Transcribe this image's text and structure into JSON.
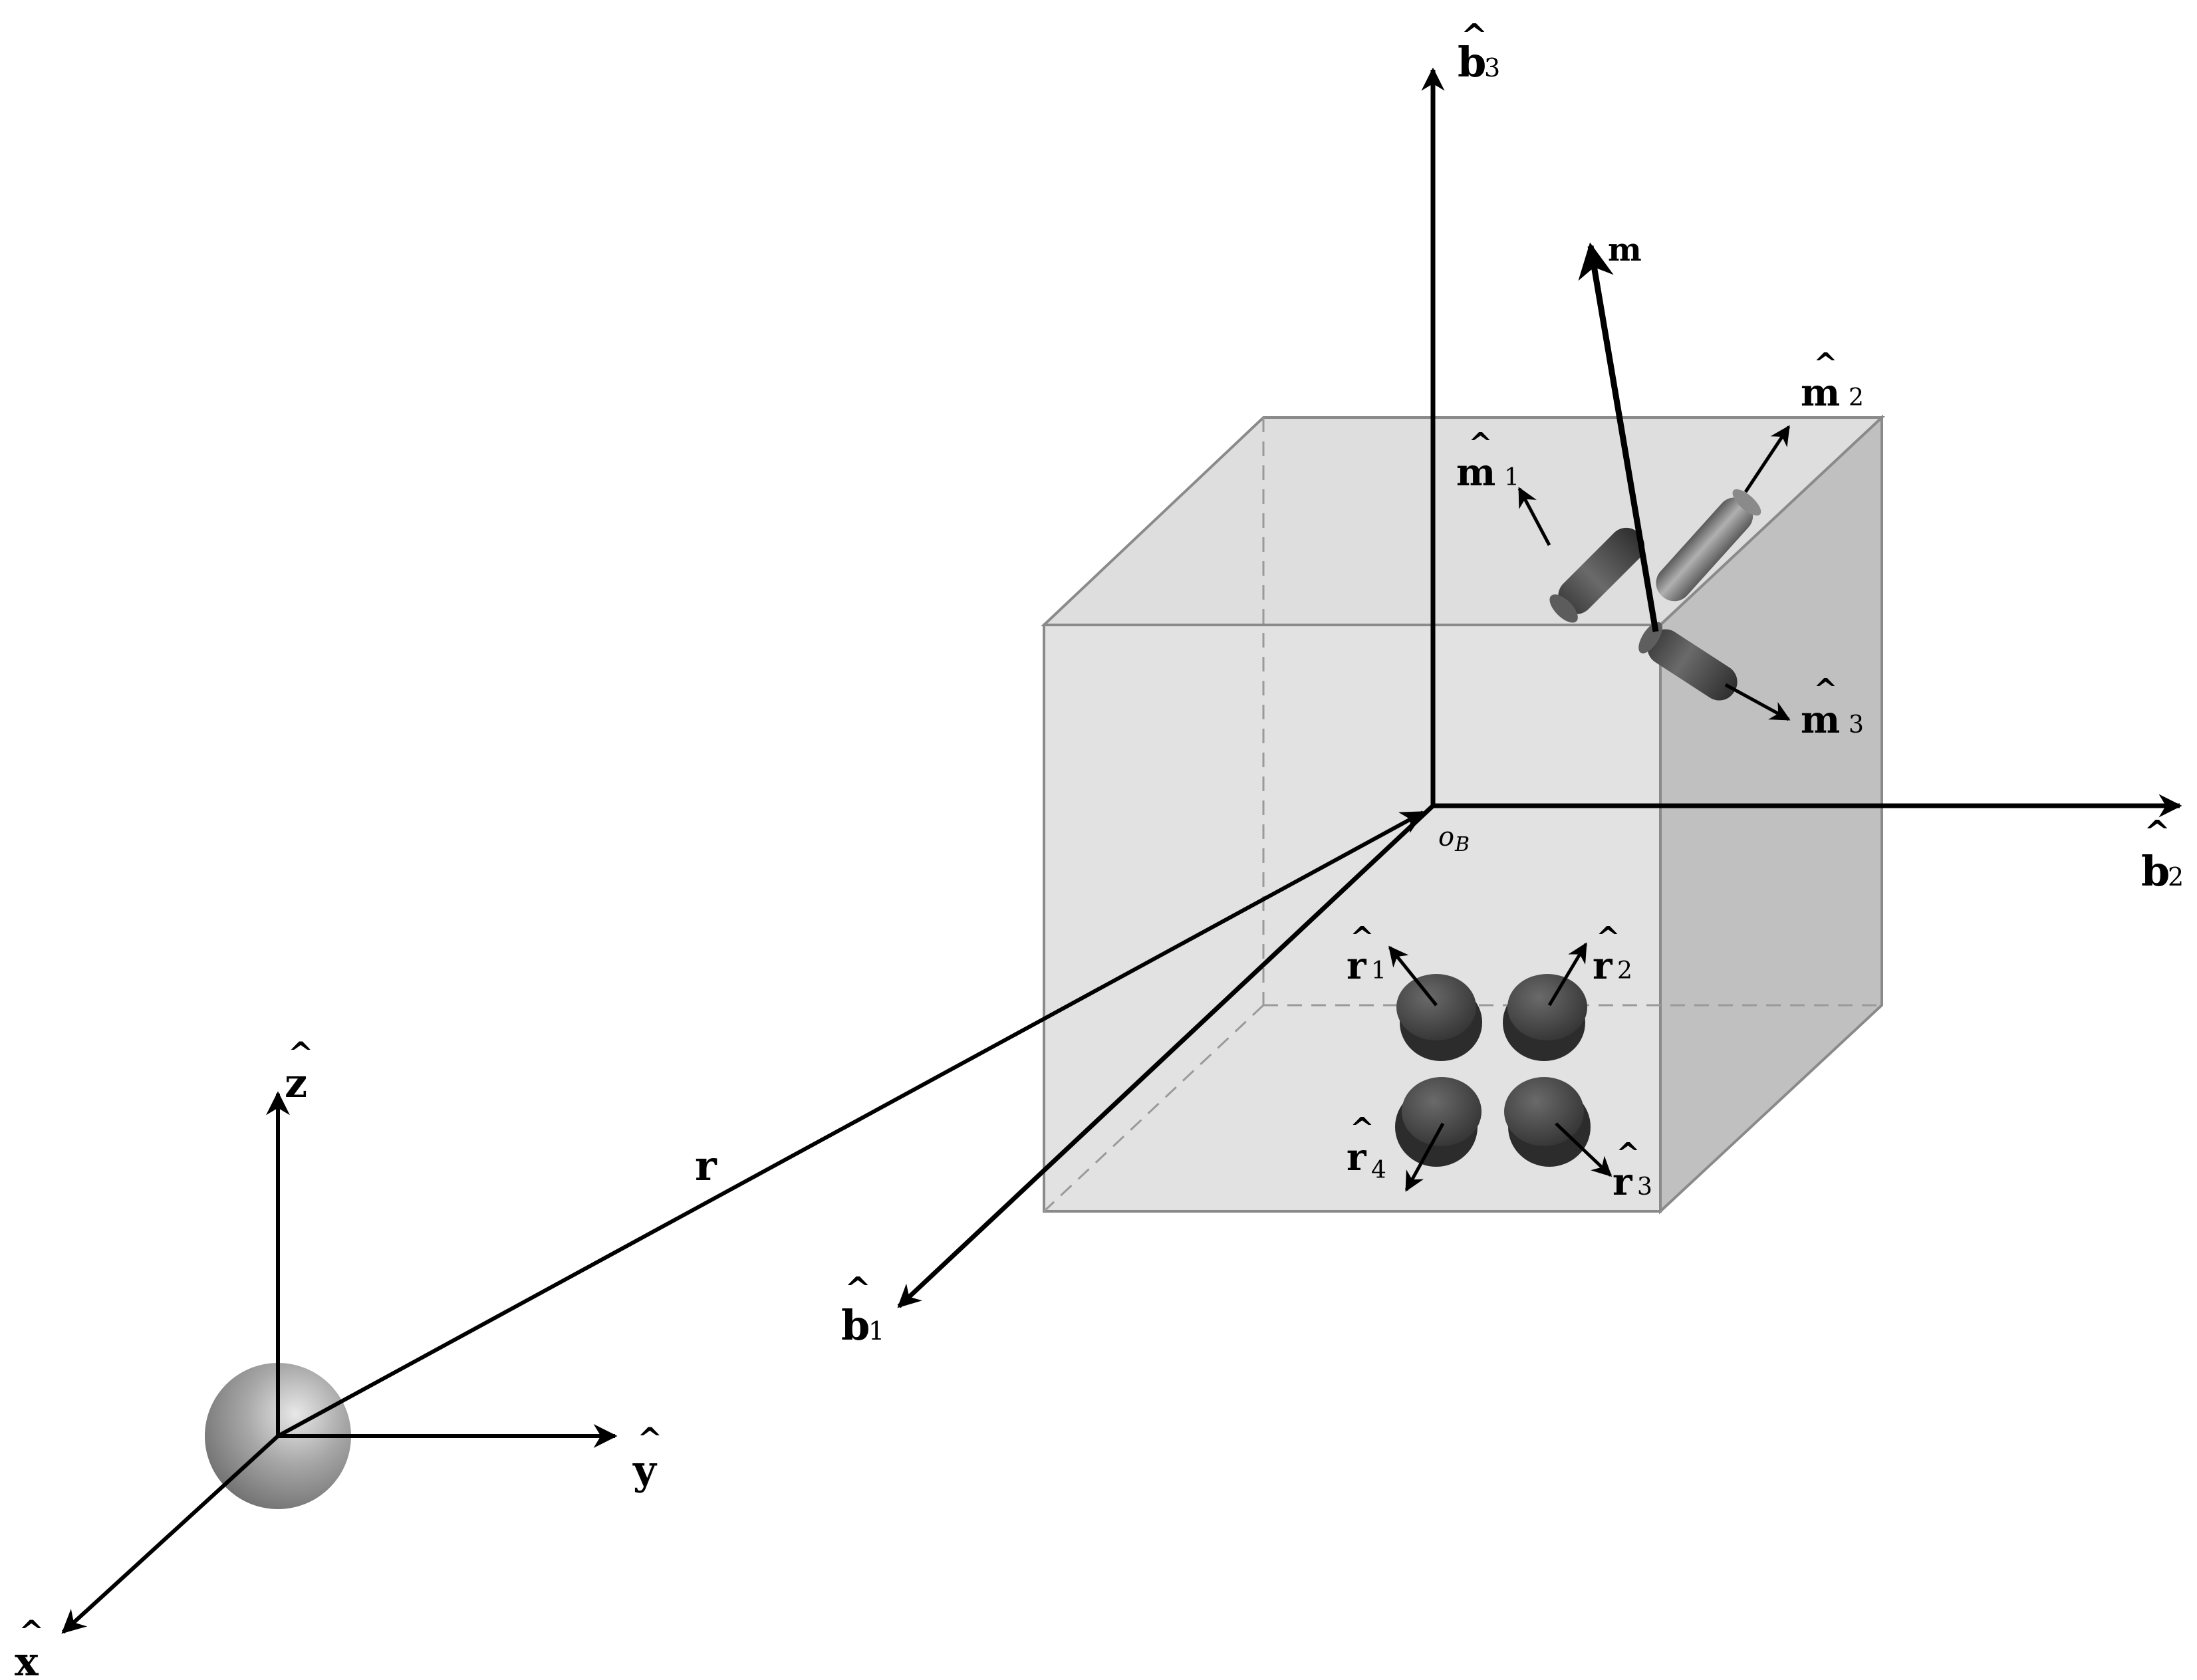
{
  "labels": {
    "b3": {
      "base": "b",
      "sub": "3"
    },
    "b2": {
      "base": "b",
      "sub": "2"
    },
    "b1": {
      "base": "b",
      "sub": "1"
    },
    "m": {
      "base": "m"
    },
    "m1": {
      "base": "m",
      "sub": "1"
    },
    "m2": {
      "base": "m",
      "sub": "2"
    },
    "m3": {
      "base": "m",
      "sub": "3"
    },
    "ob": {
      "base": "o",
      "sub": "B"
    },
    "r1": {
      "base": "r",
      "sub": "1"
    },
    "r2": {
      "base": "r",
      "sub": "2"
    },
    "r3": {
      "base": "r",
      "sub": "3"
    },
    "r4": {
      "base": "r",
      "sub": "4"
    },
    "r": {
      "base": "r"
    },
    "z": {
      "base": "z"
    },
    "y": {
      "base": "y"
    },
    "x": {
      "base": "x"
    }
  },
  "hat_mark": "^",
  "colors": {
    "cube_face": "#dcdcdc",
    "cube_side": "#c2c2c2",
    "cube_edge": "#8a8a8a",
    "actuator": "#4a4a4a",
    "sphere": "#9a9a9a",
    "arrow": "#000000"
  }
}
